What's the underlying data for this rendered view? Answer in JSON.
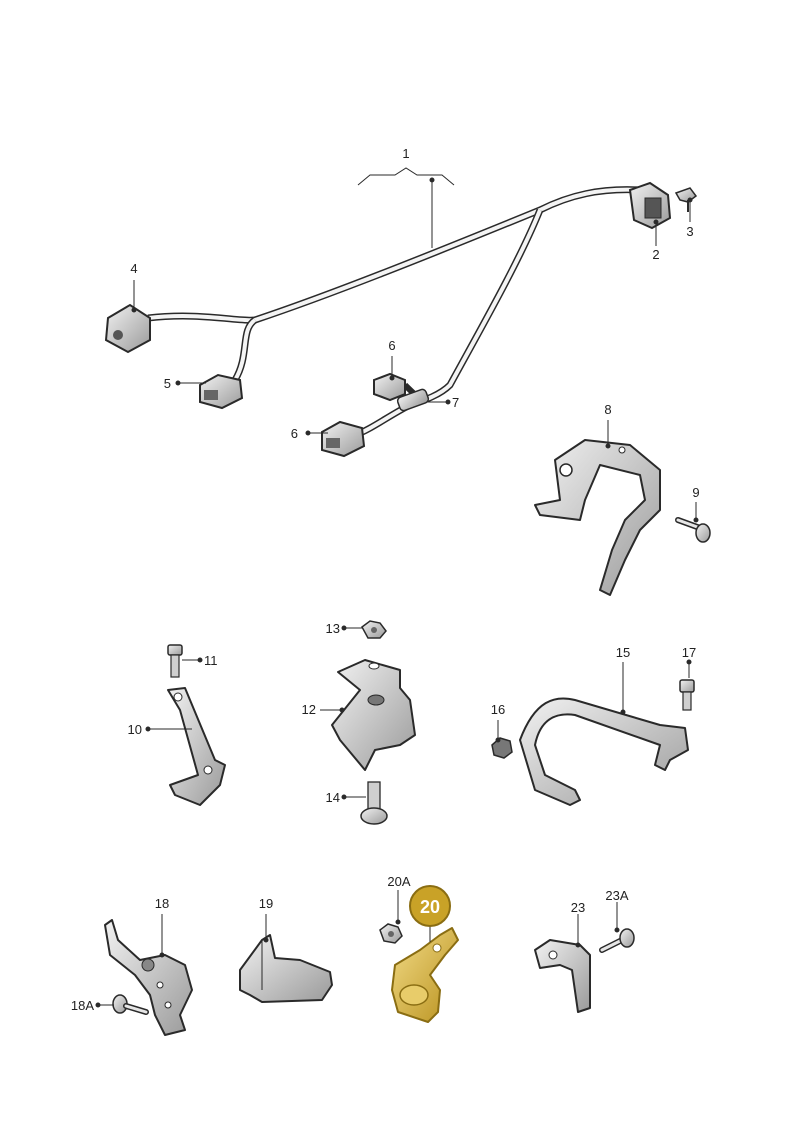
{
  "callouts": {
    "c1": "1",
    "c2": "2",
    "c3": "3",
    "c4": "4",
    "c5": "5",
    "c6a": "6",
    "c6b": "6",
    "c7": "7",
    "c8": "8",
    "c9": "9",
    "c10": "10",
    "c11": "11",
    "c12": "12",
    "c13": "13",
    "c14": "14",
    "c15": "15",
    "c16": "16",
    "c17": "17",
    "c18": "18",
    "c18a": "18A",
    "c19": "19",
    "c20": "20",
    "c20a": "20A",
    "c23": "23",
    "c23a": "23A"
  },
  "highlight": {
    "part": "20",
    "color": "#c9a227",
    "ring": "#8a6d12"
  },
  "colors": {
    "line": "#2a2a2a",
    "part_fill": "#dcdcdc",
    "part_shade": "#9a9a9a",
    "dark": "#555555"
  }
}
